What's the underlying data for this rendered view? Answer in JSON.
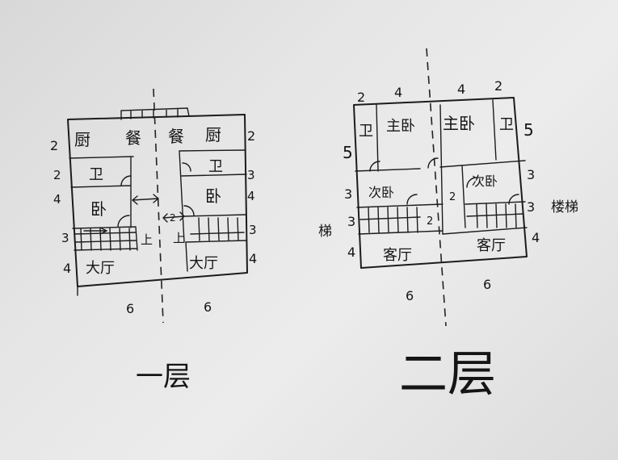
{
  "floor1": {
    "caption": "一层",
    "rooms": {
      "kitchen_left": "厨",
      "dining_left": "餐",
      "dining_right": "餐",
      "kitchen_right": "厨",
      "bath_left": "卫",
      "bath_right": "卫",
      "bed_left": "卧",
      "bed_right": "卧",
      "stairs_up_left": "上",
      "stairs_up_right": "上",
      "living_left": "大厅",
      "living_right": "大厅"
    },
    "dims_left": [
      "2",
      "2",
      "4",
      "3",
      "4"
    ],
    "dims_right": [
      "2",
      "3",
      "4",
      "3",
      "4"
    ],
    "dims_bottom": [
      "6",
      "6"
    ],
    "inner_dim": "2"
  },
  "floor2": {
    "caption": "二层",
    "rooms": {
      "bath_left": "卫",
      "master_left": "主卧",
      "master_right": "主卧",
      "bath_right": "卫",
      "second_left": "次卧",
      "second_right": "次卧",
      "living_left": "客厅",
      "living_right": "客厅",
      "stairs_left_label": "梯",
      "stairs_right_label": "楼梯"
    },
    "dims_top": [
      "2",
      "4",
      "4",
      "2"
    ],
    "dims_left": [
      "5",
      "3",
      "3",
      "4"
    ],
    "dims_right": [
      "5",
      "3",
      "3",
      "4"
    ],
    "dims_bottom": [
      "6",
      "6"
    ],
    "inner_dims": [
      "2",
      "2"
    ]
  }
}
